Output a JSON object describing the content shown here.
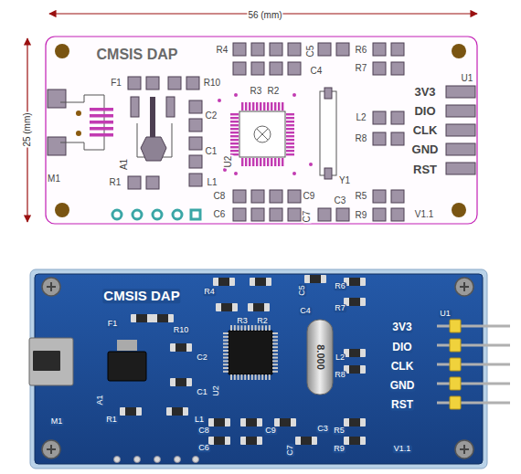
{
  "diagram": {
    "labels": [
      "56 (mm)",
      "25 (mm)",
      "CMSIS DAP",
      "R4",
      "C5",
      "R6",
      "R7",
      "C4",
      "R3",
      "R2",
      "F1",
      "R10",
      "C2",
      "C1",
      "A1",
      "U2",
      "L1",
      "R1",
      "L2",
      "R8",
      "Y1",
      "C8",
      "C9",
      "C3",
      "R5",
      "C6",
      "C7",
      "R9",
      "V1.1",
      "M1",
      "U1",
      "3V3",
      "DIO",
      "CLK",
      "GND",
      "RST",
      "CMSIS DAP",
      "R4",
      "C5",
      "R6",
      "R3",
      "R2",
      "C4",
      "R7",
      "F1",
      "R10",
      "C2",
      "C1",
      "A1",
      "U2",
      "L2",
      "R8",
      "8.000",
      "R1",
      "L1",
      "3V3",
      "DIO",
      "CLK",
      "GND",
      "RST",
      "C8",
      "C9",
      "C3",
      "R5",
      "C6",
      "C7",
      "R9",
      "V1.1",
      "M1",
      "U1"
    ]
  }
}
